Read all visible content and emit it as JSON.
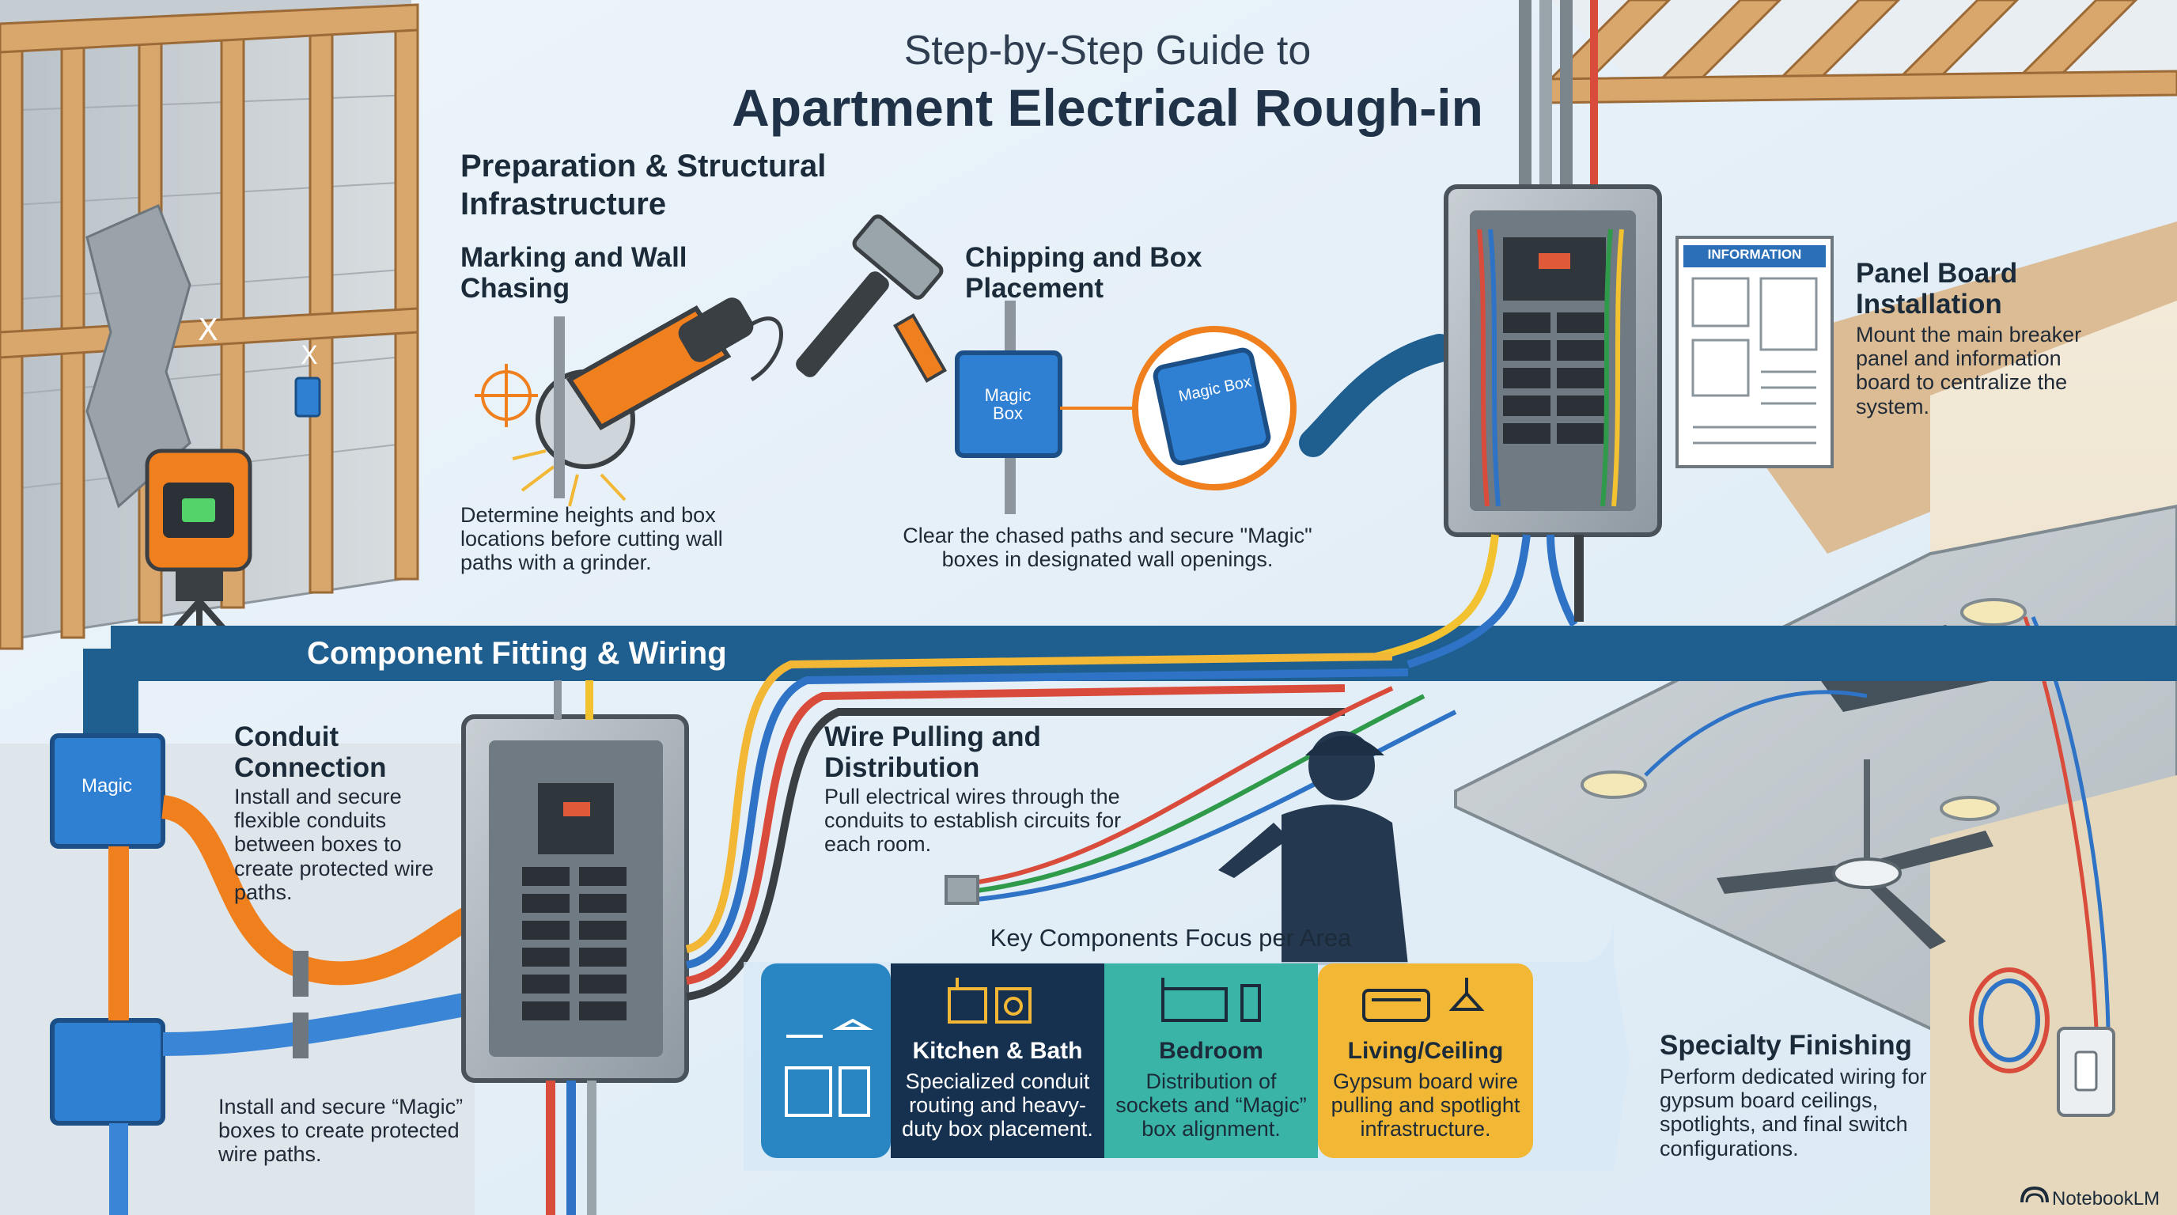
{
  "header": {
    "title_line1": "Step-by-Step Guide to",
    "title_line2": "Apartment Electrical Rough-in"
  },
  "section_prep": "Preparation & Structural Infrastructure",
  "step_marking": {
    "title": "Marking and Wall Chasing",
    "desc": "Determine heights and box locations before cutting wall paths with a grinder."
  },
  "step_chipping": {
    "title": "Chipping and Box Placement",
    "desc": "Clear the chased paths and secure \"Magic\" boxes in designated wall openings.",
    "box_label": "Magic Box"
  },
  "step_panel": {
    "title": "Panel Board Installation",
    "desc": "Mount the main breaker panel and information board to centralize the system.",
    "info_board_label": "INFORMATION"
  },
  "section_wiring": "Component Fitting & Wiring",
  "step_conduit": {
    "title": "Conduit Connection",
    "desc": "Install and secure flexible conduits between boxes to create protected wire paths.",
    "box_label": "Magic",
    "desc2": "Install and secure “Magic” boxes to create protected wire paths."
  },
  "step_pulling": {
    "title": "Wire Pulling and Distribution",
    "desc": "Pull electrical wires through the conduits to establish circuits for each room."
  },
  "components": {
    "title": "Key Components Focus per Area",
    "areas": [
      {
        "name": "Kitchen & Bath",
        "desc": "Specialized conduit routing and heavy-duty box placement."
      },
      {
        "name": "Bedroom",
        "desc": "Distribution of sockets and “Magic” box alignment."
      },
      {
        "name": "Living/Ceiling",
        "desc": "Gypsum board wire pulling and spotlight infrastructure."
      }
    ]
  },
  "step_specialty": {
    "title": "Specialty Finishing",
    "desc": "Perform dedicated wiring for gypsum board ceilings, spotlights, and final switch configurations."
  },
  "branding": "NotebookLM",
  "colors": {
    "band_blue": "#1f5f8f",
    "cell_blue": "#2a86c2",
    "cell_navy": "#16314f",
    "cell_teal": "#39b4a6",
    "cell_yellow": "#f2b735",
    "accent_orange": "#f07f1e",
    "magic_box_blue": "#2f7fd3"
  },
  "icons": [
    "hammer-icon",
    "grinder-icon",
    "laser-level-icon",
    "target-marker-icon",
    "kitchen-icon",
    "bed-icon",
    "sofa-icon",
    "ceiling-lamp-icon",
    "ceiling-fan-icon",
    "wall-switch-icon",
    "electrician-silhouette-icon",
    "notebooklm-logo-icon"
  ]
}
